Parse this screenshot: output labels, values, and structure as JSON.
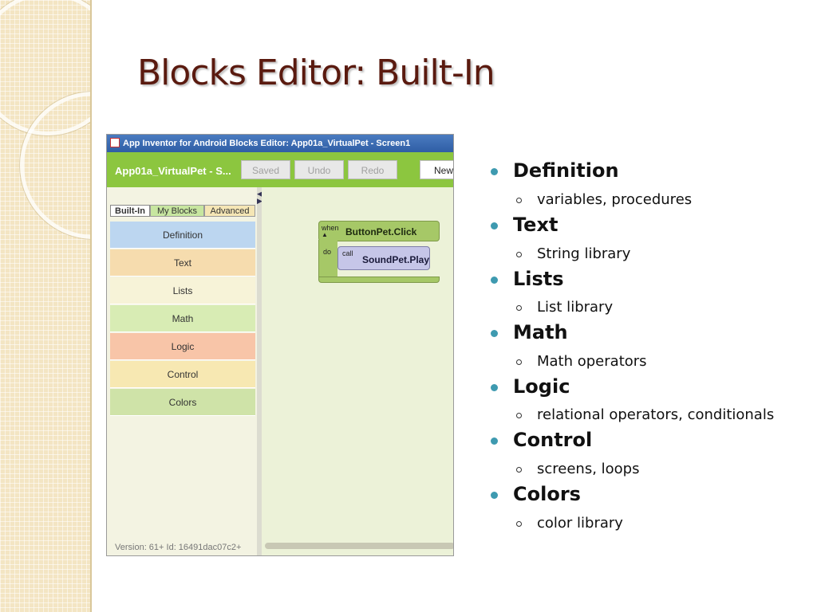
{
  "slide": {
    "title": "Blocks Editor: Built-In"
  },
  "window": {
    "title": "App Inventor for Android Blocks Editor: App01a_VirtualPet - Screen1",
    "project_name": "App01a_VirtualPet - S...",
    "buttons": {
      "saved": "Saved",
      "undo": "Undo",
      "redo": "Redo",
      "new": "New"
    },
    "tabs": [
      "Built-In",
      "My Blocks",
      "Advanced"
    ],
    "drawers": [
      {
        "label": "Definition",
        "color": "#bcd6f0"
      },
      {
        "label": "Text",
        "color": "#f6dcae"
      },
      {
        "label": "Lists",
        "color": "#f7f3d8"
      },
      {
        "label": "Math",
        "color": "#d8ecb4"
      },
      {
        "label": "Logic",
        "color": "#f8c5a8"
      },
      {
        "label": "Control",
        "color": "#f7e8b2"
      },
      {
        "label": "Colors",
        "color": "#cfe3a8"
      }
    ],
    "version": "Version: 61+ Id: 16491dac07c2+",
    "blocks": {
      "event_when": "when",
      "event_do": "do",
      "event_name": "ButtonPet.Click",
      "call_keyword": "call",
      "call_name": "SoundPet.Play"
    }
  },
  "bullets": [
    {
      "heading": "Definition",
      "sub": "variables, procedures"
    },
    {
      "heading": "Text",
      "sub": "String library"
    },
    {
      "heading": "Lists",
      "sub": "List library"
    },
    {
      "heading": "Math",
      "sub": "Math operators"
    },
    {
      "heading": "Logic",
      "sub": "relational operators, conditionals"
    },
    {
      "heading": "Control",
      "sub": "screens, loops"
    },
    {
      "heading": "Colors",
      "sub": "color library"
    }
  ],
  "colors": {
    "title": "#5a1a0f",
    "toolbar": "#8cc63f",
    "bullet_dot": "#3e9ab0"
  }
}
